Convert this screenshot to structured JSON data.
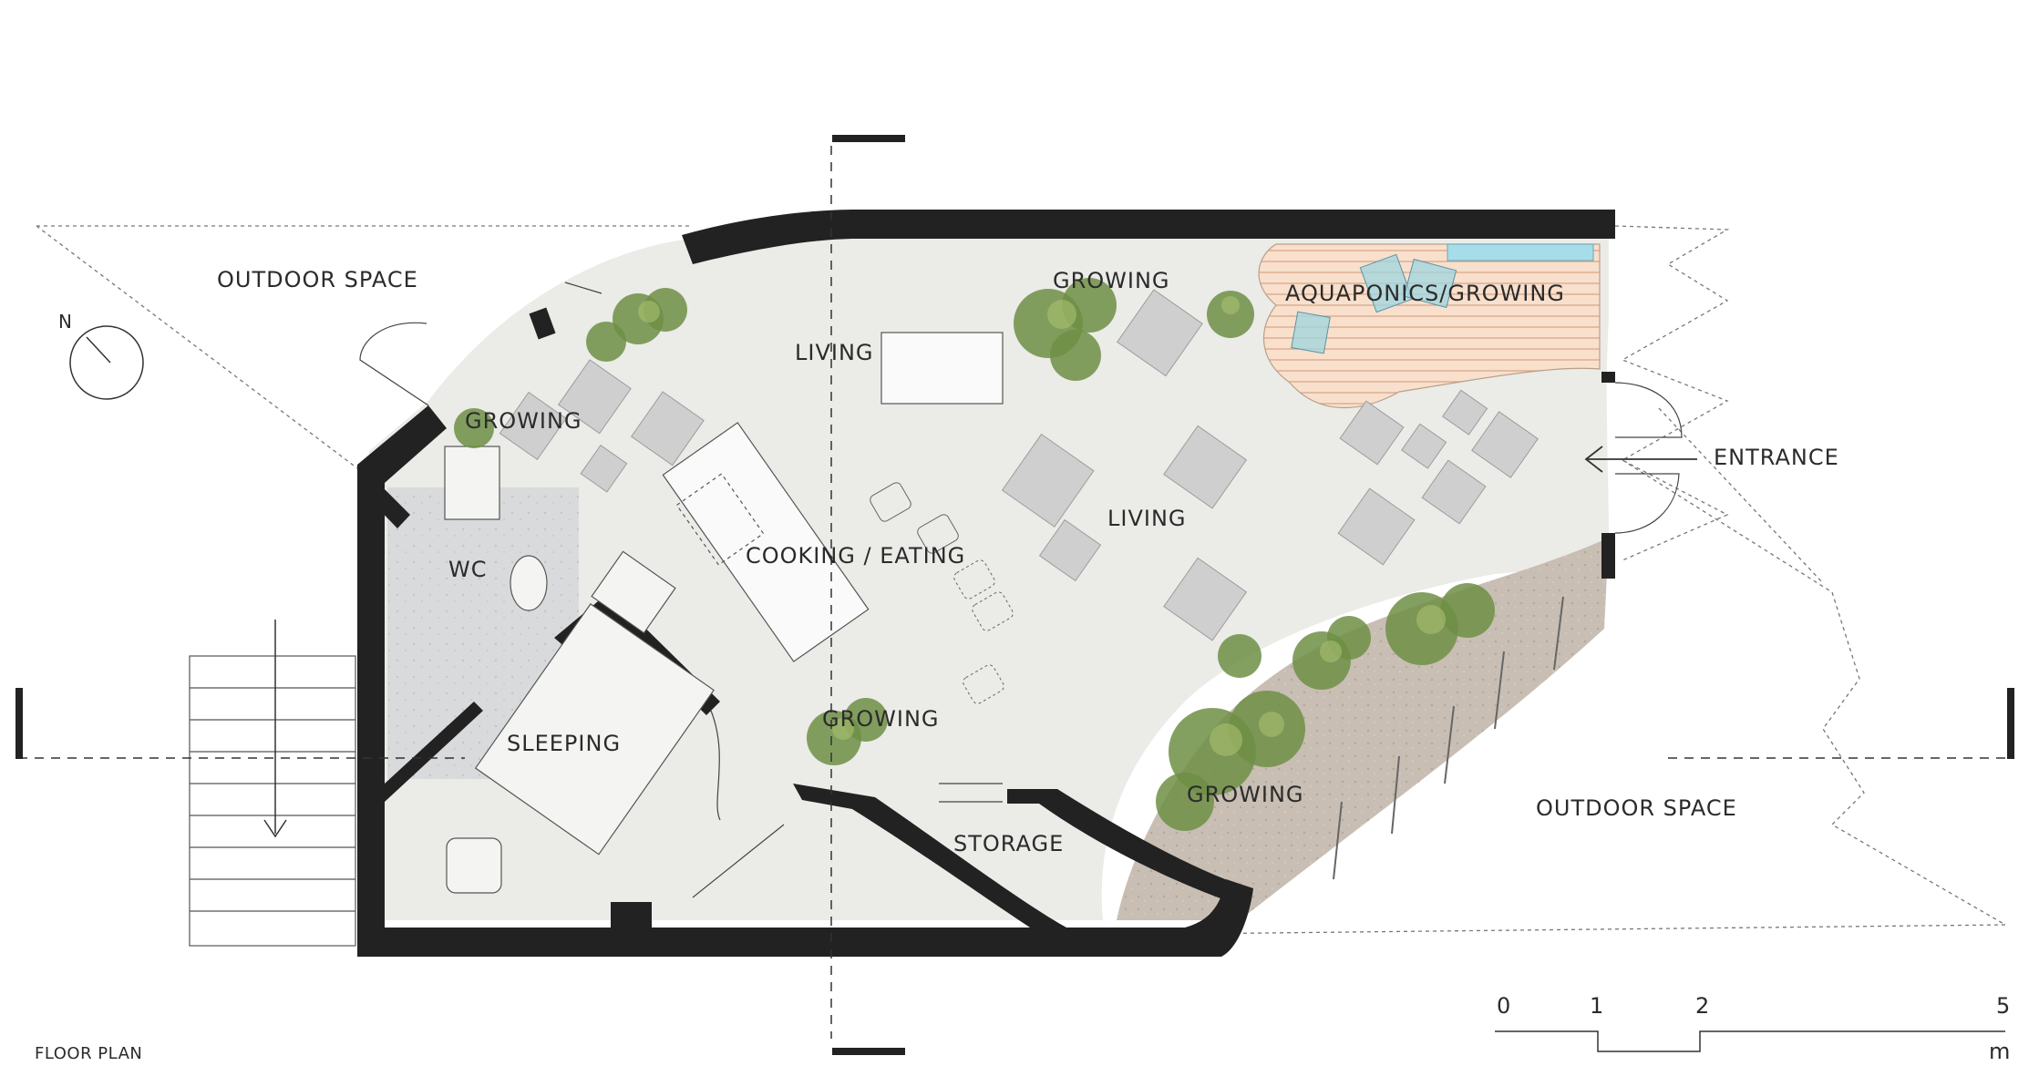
{
  "title": "FLOOR PLAN",
  "compass": {
    "label": "N",
    "icon": "north-arrow-icon"
  },
  "labels": {
    "outdoor_space_nw": "OUTDOOR SPACE",
    "outdoor_space_se": "OUTDOOR SPACE",
    "living_top": "LIVING",
    "living_center": "LIVING",
    "growing_top": "GROWING",
    "aquaponics": "AQUAPONICS/GROWING",
    "growing_left": "GROWING",
    "wc": "WC",
    "cooking_eating": "COOKING / EATING",
    "sleeping": "SLEEPING",
    "growing_center": "GROWING",
    "storage": "STORAGE",
    "growing_garden": "GROWING",
    "entrance": "ENTRANCE"
  },
  "scale_bar": {
    "ticks": [
      "0",
      "1",
      "2",
      "5"
    ],
    "unit": "m"
  },
  "colors": {
    "wall": "#222222",
    "floor": "#ebebe8",
    "garden": "#c9bfb4",
    "deck": "#f6d9c2",
    "planting": "#7e9a55",
    "water": "#a6dde8"
  }
}
